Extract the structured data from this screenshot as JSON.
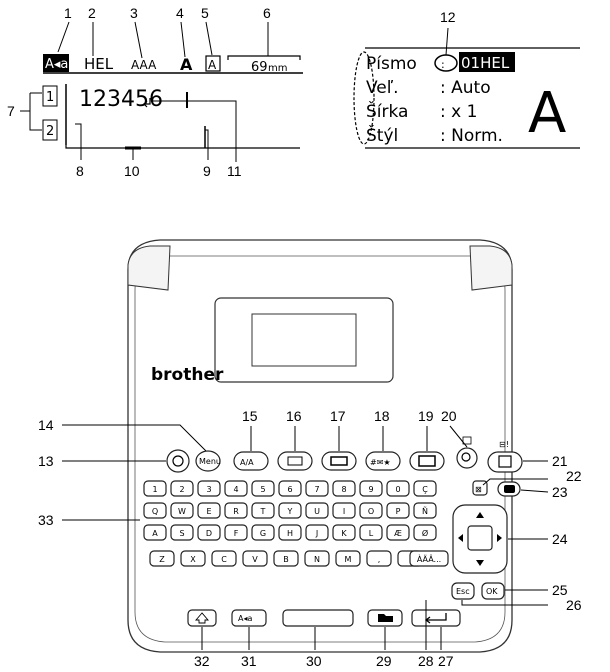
{
  "lcd_left": {
    "mode_icon": "A◂a",
    "font": "HEL",
    "size_icon": "AAA",
    "style_icon": "A",
    "frame_icon": "A",
    "length": "69",
    "length_unit": "mm",
    "text": "123456",
    "line1": "1",
    "line2": "2"
  },
  "lcd_right": {
    "rows": [
      {
        "label": "Písmo",
        "value": "01HEL"
      },
      {
        "label": "Veľ.",
        "value": ": Auto"
      },
      {
        "label": "Šírka",
        "value": ": x 1"
      },
      {
        "label": "Štýl",
        "value": ": Norm."
      }
    ],
    "preview": "A"
  },
  "device": {
    "brand": "brother",
    "menu_key": "Menu",
    "esc_key": "Esc",
    "ok_key": "OK",
    "accent_key": "ÀÄÂ...",
    "case_key": "A◂a",
    "number_keys": [
      "1",
      "2",
      "3",
      "4",
      "5",
      "6",
      "7",
      "8",
      "9",
      "0"
    ],
    "number_key_extra": "Ç",
    "row_q": [
      "Q",
      "W",
      "E",
      "R",
      "T",
      "Y",
      "U",
      "I",
      "O",
      "P",
      "Ñ"
    ],
    "row_a": [
      "A",
      "S",
      "D",
      "F",
      "G",
      "H",
      "J",
      "K",
      "L",
      "Æ",
      "Ø"
    ],
    "row_z": [
      "Z",
      "X",
      "C",
      "V",
      "B",
      "N",
      "M",
      ",",
      "."
    ]
  },
  "callouts": {
    "top_lcd": [
      "1",
      "2",
      "3",
      "4",
      "5",
      "6"
    ],
    "lcd_side": "7",
    "lcd_bottom": [
      "8",
      "10",
      "9",
      "11"
    ],
    "lcd_right": "12",
    "function_keys": [
      "15",
      "16",
      "17",
      "18",
      "19",
      "20"
    ],
    "left_side": [
      "14",
      "13",
      "33"
    ],
    "right_side": [
      "21",
      "22",
      "23",
      "24",
      "25",
      "26"
    ],
    "bottom": [
      "32",
      "31",
      "30",
      "29",
      "28",
      "27"
    ]
  }
}
